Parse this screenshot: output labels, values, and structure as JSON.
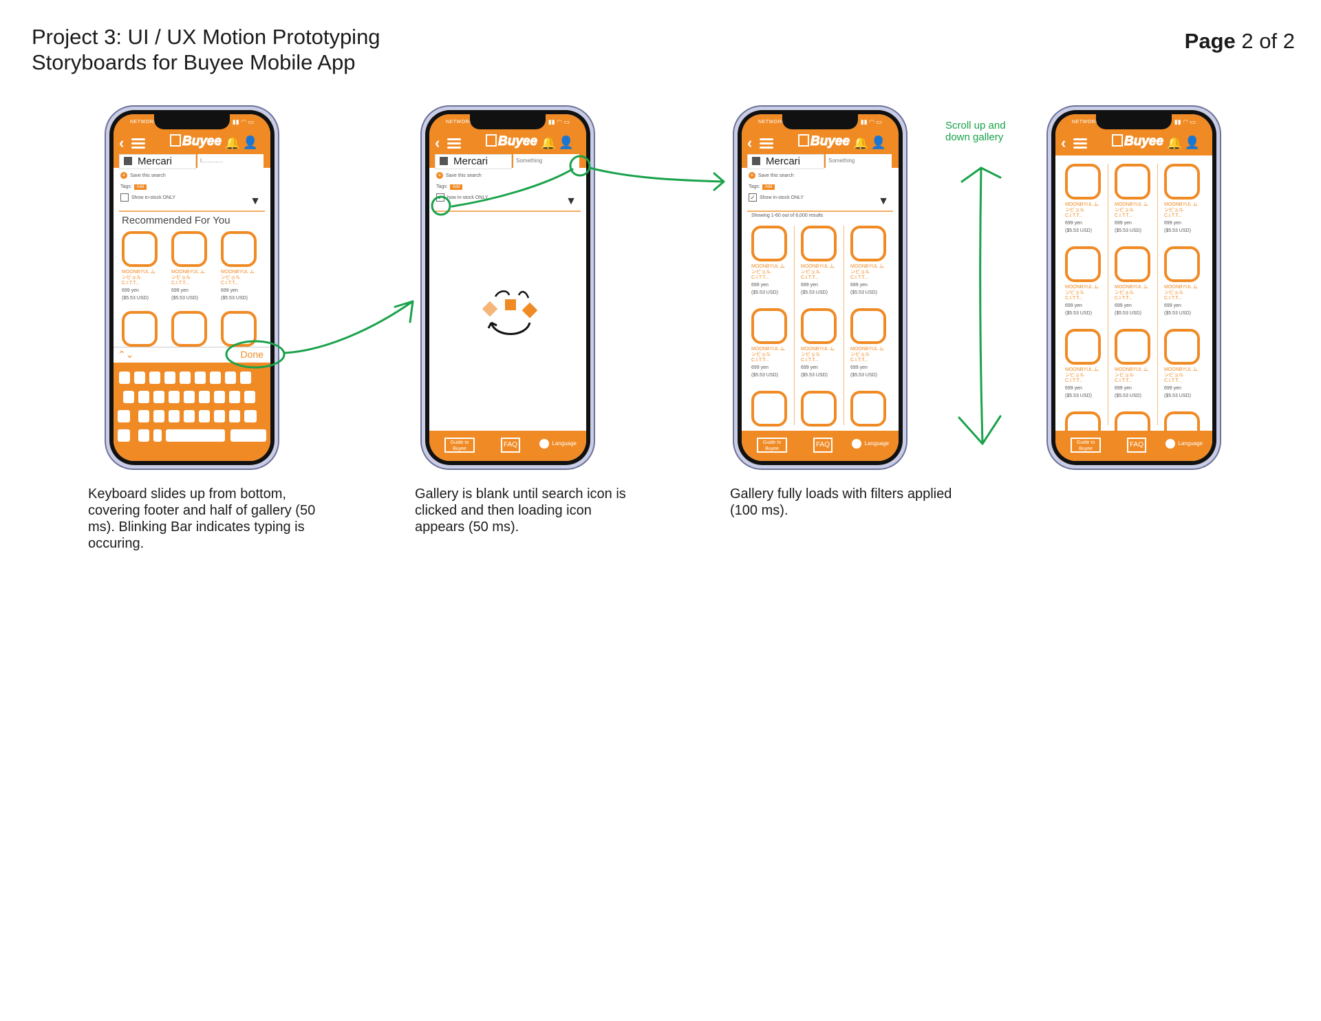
{
  "header": {
    "title": "Project 3: UI / UX Motion Prototyping",
    "subtitle": "Storyboards for Buyee Mobile App",
    "page_label": "Page",
    "page_current": "2",
    "page_of": "of 2"
  },
  "app": {
    "network": "NETWORK",
    "logo": "Buyee",
    "site": "Mercari",
    "save_search": "Save this search",
    "tags_label": "Tags:",
    "tags_add": "Add",
    "instock_label": "Show in-stock ONLY",
    "instock_label_cropped": "how in-stock ONLY",
    "recommended_title": "Recommended For You",
    "showing": "Showing 1-60 out of 6,000 results",
    "product_name": "MOONBYUL ム ンビョル C.I.T.T...",
    "product_price": "699 yen",
    "product_usd": "($5.53 USD)",
    "footer": {
      "guide": "Guide to Buyee",
      "faq": "FAQ",
      "language": "Language"
    }
  },
  "frames": {
    "f1": {
      "query": "I..............",
      "done": "Done"
    },
    "f2": {
      "query": "Something"
    },
    "f3": {
      "query": "Something"
    }
  },
  "captions": {
    "c1": "Keyboard slides up from bottom, covering footer and half of gallery (50 ms). Blinking Bar indicates typing is occuring.",
    "c2": "Gallery is blank until search icon is clicked and then loading icon appears (50 ms).",
    "c3": "Gallery fully loads with filters applied (100 ms)."
  },
  "annotation": {
    "scroll": "Scroll up and down gallery"
  },
  "colors": {
    "brand_orange": "#f08a24",
    "annotation_green": "#19a24a",
    "phone_frame": "#c9cde6"
  }
}
